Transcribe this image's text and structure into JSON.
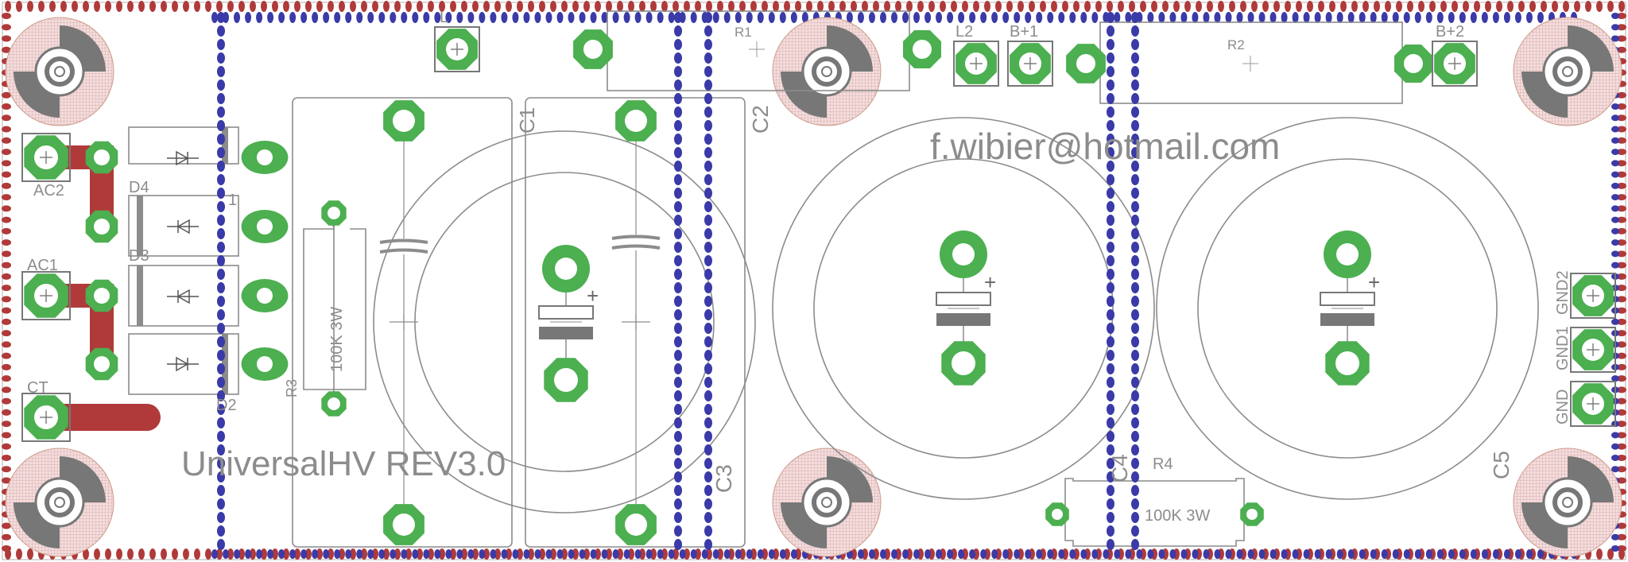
{
  "board": {
    "title": "UniversalHV REV3.0",
    "email": "f.wibier@hotmail.com"
  },
  "labels": {
    "ac2": "AC2",
    "ac1": "AC1",
    "ct": "CT",
    "d4": "D4",
    "d3": "D3",
    "d2": "D2",
    "d1": "1",
    "r1": "R1",
    "r2": "R2",
    "r3": "R3",
    "r4": "R4",
    "r3_value": "100K 3W",
    "r4_value": "100K 3W",
    "c1": "C1",
    "c2": "C2",
    "c3": "C3",
    "c4": "C4",
    "c5": "C5",
    "l1": "L",
    "l2": "L2",
    "bplus1": "B+1",
    "bplus2": "B+2",
    "gnd": "GND",
    "gnd1": "GND1",
    "gnd2": "GND2",
    "plus": "+"
  },
  "colors": {
    "pad": "#4caf50",
    "pad_dark": "#2e7d32",
    "trace": "#b03a3a",
    "silkscreen": "#8c8c8c",
    "via_blue": "#3a3aa8",
    "via_red": "#b03a3a",
    "pad_hole": "#ffffff"
  }
}
